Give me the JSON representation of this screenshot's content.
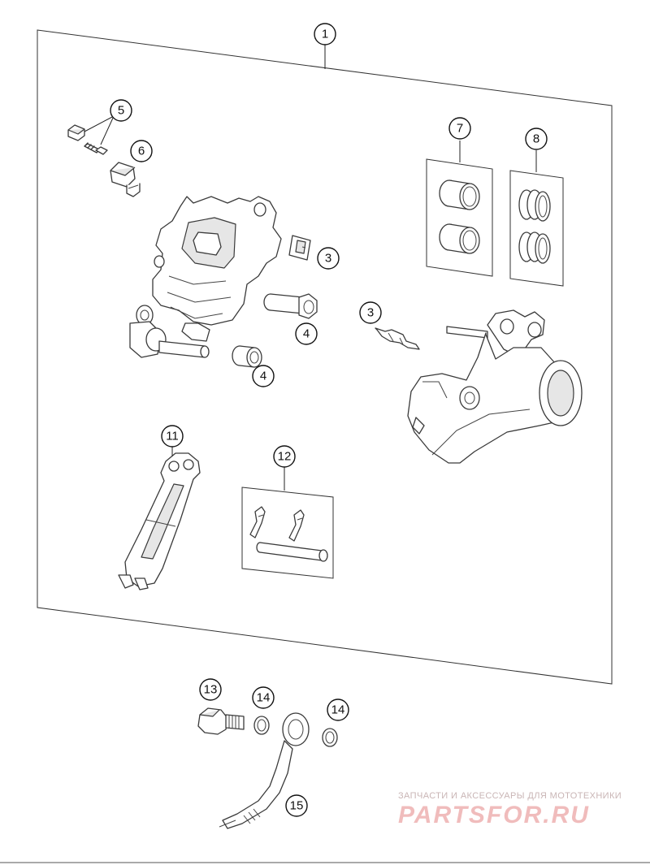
{
  "callouts": {
    "c1": "1",
    "c3a": "3",
    "c3b": "3",
    "c4a": "4",
    "c4b": "4",
    "c5": "5",
    "c6": "6",
    "c7": "7",
    "c8": "8",
    "c11": "11",
    "c12": "12",
    "c13": "13",
    "c14a": "14",
    "c14b": "14",
    "c15": "15"
  },
  "watermark": {
    "subtitle": "ЗАПЧАСТИ И АКСЕССУАРЫ ДЛЯ МОТОТЕХНИКИ",
    "brand": "PARTSFOR.RU"
  },
  "colors": {
    "line": "#3a3a3a",
    "watermark_main": "#f0bcbc",
    "watermark_sub": "#c9b5b5"
  }
}
